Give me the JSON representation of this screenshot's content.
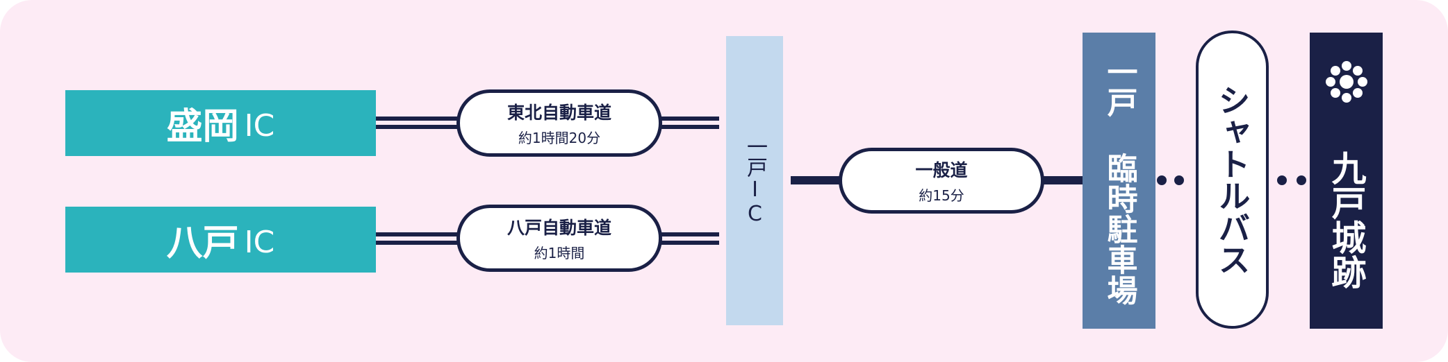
{
  "origins": [
    {
      "name": "盛岡",
      "suffix": "IC"
    },
    {
      "name": "八戸",
      "suffix": "IC"
    }
  ],
  "routes": [
    {
      "title": "東北自動車道",
      "time": "約1時間20分"
    },
    {
      "title": "八戸自動車道",
      "time": "約1時間"
    }
  ],
  "junction": {
    "label": "一戸IC"
  },
  "local_road": {
    "title": "一般道",
    "time": "約15分"
  },
  "parking": {
    "label": "一戸 臨時駐車場"
  },
  "shuttle": {
    "label": "シャトルバス"
  },
  "destination": {
    "label": "九戸城跡",
    "icon": "castle-crest-icon"
  },
  "colors": {
    "background": "#fdebf5",
    "teal": "#2bb3bc",
    "navy": "#1a2046",
    "light_blue": "#c3d9ee",
    "steel_blue": "#5b7ea8"
  }
}
